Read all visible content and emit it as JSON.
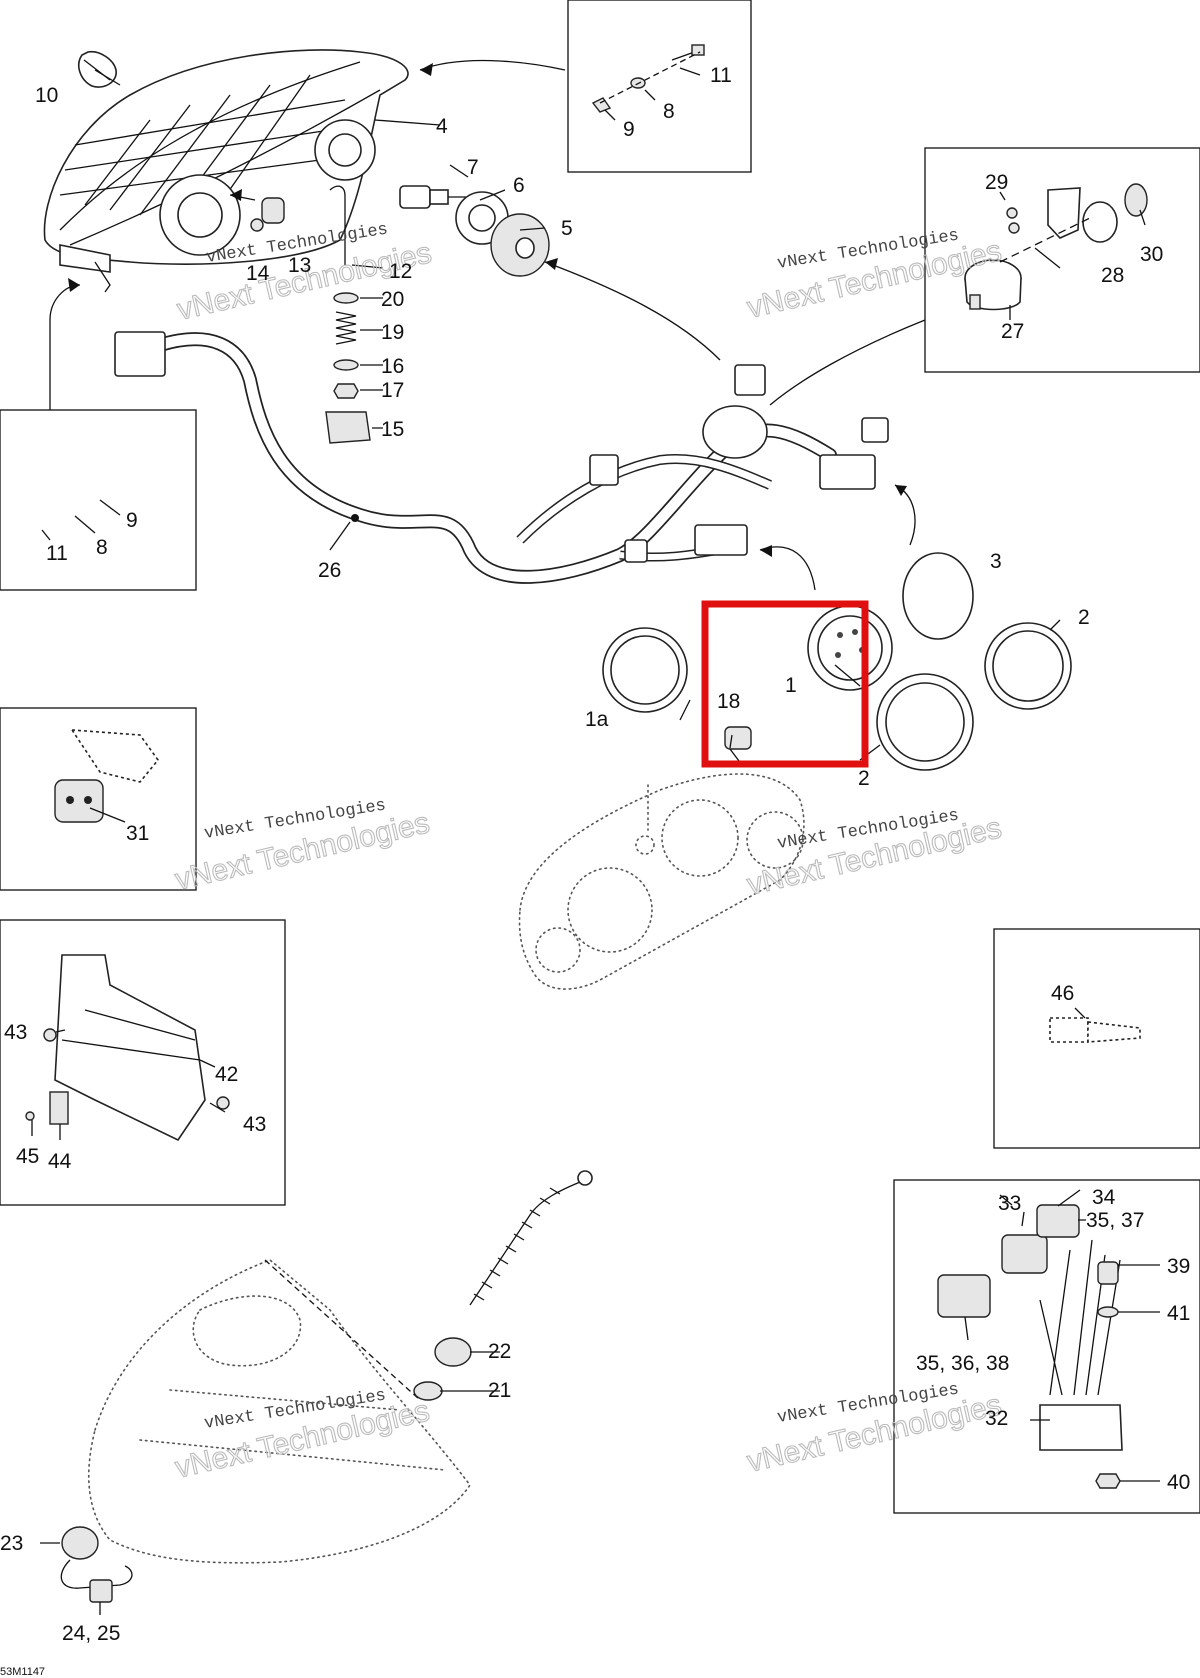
{
  "diagram": {
    "watermark_small": "vNext Technologies",
    "watermark_large": "vNext Technologies",
    "drawing_code": "53M1147",
    "highlight_color": "#e01010",
    "callouts": [
      "1",
      "1a",
      "2",
      "2",
      "3",
      "4",
      "5",
      "6",
      "7",
      "8",
      "8",
      "9",
      "9",
      "10",
      "11",
      "11",
      "12",
      "13",
      "14",
      "15",
      "16",
      "17",
      "18",
      "19",
      "20",
      "21",
      "22",
      "23",
      "24, 25",
      "26",
      "27",
      "28",
      "29",
      "30",
      "31",
      "32",
      "33",
      "34",
      "35, 37",
      "35, 36, 38",
      "39",
      "40",
      "41",
      "42",
      "43",
      "43",
      "44",
      "45",
      "46"
    ]
  }
}
